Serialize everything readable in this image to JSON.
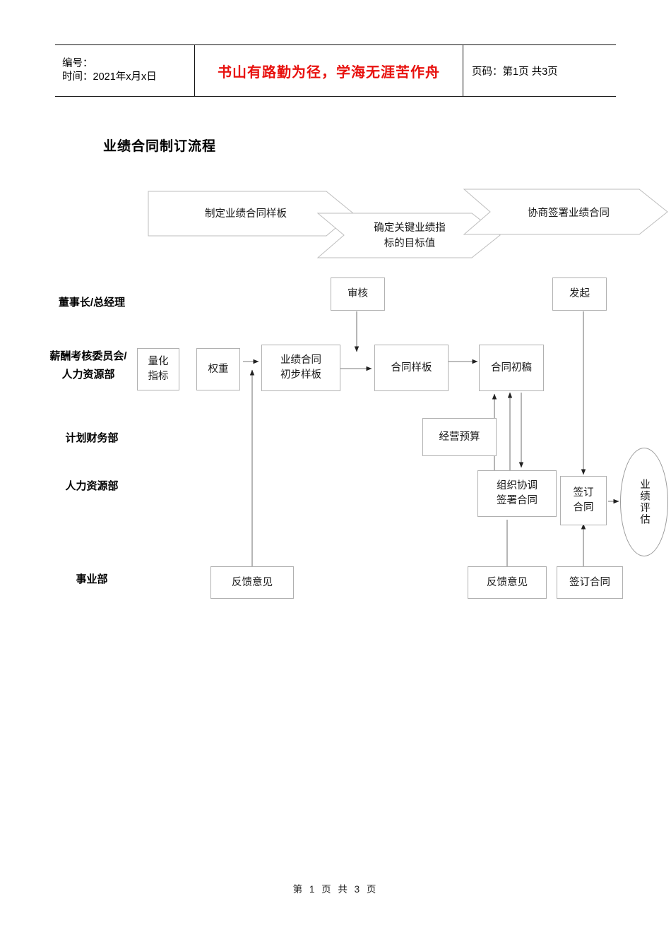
{
  "header": {
    "code_label": "编号：",
    "time_label": "时间：2021年x月x日",
    "slogan": "书山有路勤为径，学海无涯苦作舟",
    "page_label": "页码：第1页 共3页"
  },
  "document": {
    "title": "业绩合同制订流程",
    "footer": "第 1 页 共 3 页"
  },
  "banners": [
    {
      "label": "制定业绩合同样板"
    },
    {
      "label": "确定关键业绩指\n标的目标值"
    },
    {
      "label": "协商签署业绩合同"
    }
  ],
  "lanes": [
    {
      "label": "董事长/总经理"
    },
    {
      "label": "薪酬考核委员会/\n人力资源部"
    },
    {
      "label": "计划财务部"
    },
    {
      "label": "人力资源部"
    },
    {
      "label": "事业部"
    }
  ],
  "nodes": [
    {
      "id": "shenhe",
      "label": "审核"
    },
    {
      "id": "faqi",
      "label": "发起"
    },
    {
      "id": "lianghua",
      "label": "量化\n指标"
    },
    {
      "id": "quanzhong",
      "label": "权重"
    },
    {
      "id": "chubuyangban",
      "label": "业绩合同\n初步样板"
    },
    {
      "id": "hetongyangban",
      "label": "合同样板"
    },
    {
      "id": "hetongchugao",
      "label": "合同初稿"
    },
    {
      "id": "jingyingyusuan",
      "label": "经营预算"
    },
    {
      "id": "zuzhixietiao",
      "label": "组织协调\n签署合同"
    },
    {
      "id": "qiandinghetong",
      "label": "签订\n合同"
    },
    {
      "id": "yejipinggu",
      "label": "业绩评估"
    },
    {
      "id": "fankui1",
      "label": "反馈意见"
    },
    {
      "id": "fankui2",
      "label": "反馈意见"
    },
    {
      "id": "qianding2",
      "label": "签订合同"
    }
  ],
  "colors": {
    "slogan": "#e8110e",
    "border": "#b0b0b0",
    "header_rule": "#111111",
    "connector": "#555555"
  }
}
